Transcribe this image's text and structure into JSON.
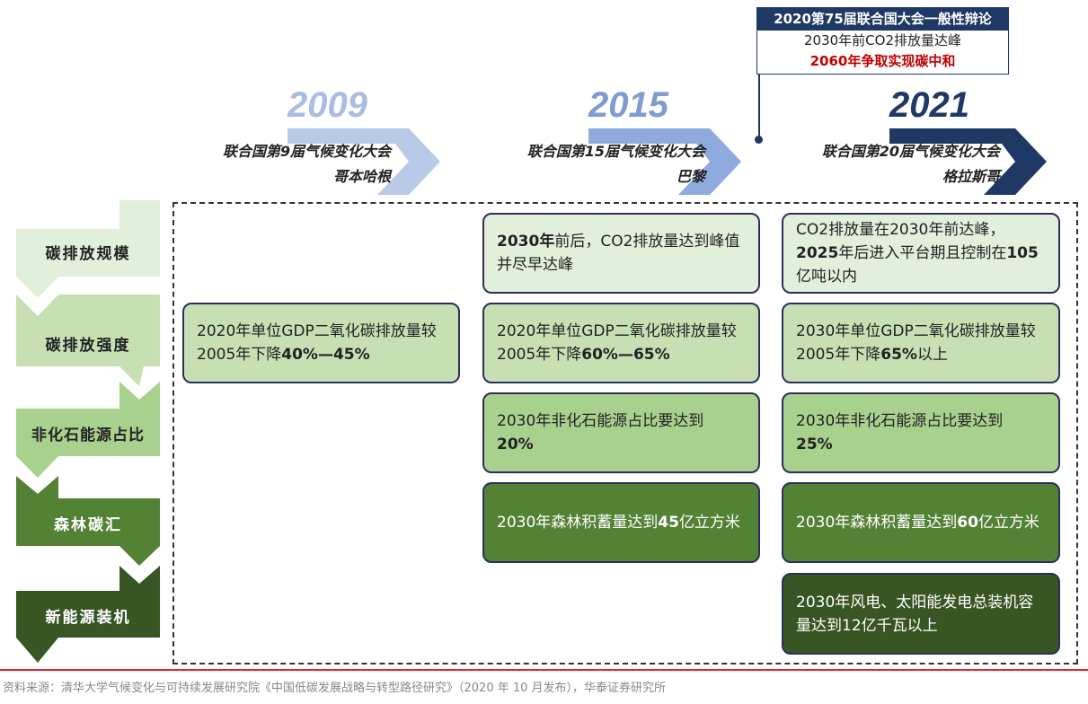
{
  "callout": {
    "title": "2020第75届联合国大会一般性辩论",
    "line1": "2030年前CO2排放量达峰",
    "line2": "2060年争取实现碳中和"
  },
  "timeline": [
    {
      "year": "2009",
      "conf": "联合国第9届气候变化大会",
      "city": "哥本哈根",
      "color": "#a9bde3"
    },
    {
      "year": "2015",
      "conf": "联合国第15届气候变化大会",
      "city": "巴黎",
      "color": "#7f9bd0"
    },
    {
      "year": "2021",
      "conf": "联合国第20届气候变化大会",
      "city": "格拉斯哥",
      "color": "#1f3864"
    }
  ],
  "categories": [
    "碳排放规模",
    "碳排放强度",
    "非化石能源占比",
    "森林碳汇",
    "新能源装机"
  ],
  "cells": {
    "c2009_r2": {
      "a": "2020年单位GDP二氧化碳排放量较2005年下降",
      "b": "40%—45%"
    },
    "c2015_r1": {
      "a": "2030年",
      "b": "前后，CO2排放量达到峰值并尽早达峰"
    },
    "c2015_r2": {
      "a": "2020年单位GDP二氧化碳排放量较2005年下降",
      "b": "60%—65%"
    },
    "c2015_r3": {
      "a": "2030年非化石能源占比要达到",
      "b": "20%"
    },
    "c2015_r4": {
      "a": "2030年森林积蓄量达到",
      "b": "45",
      "c": "亿立方米"
    },
    "c2021_r1": {
      "a": "CO2排放量在2030年前达峰，",
      "b": "2025",
      "c": "年后进入平台期且控制在",
      "d": "105",
      "e": "亿吨以内"
    },
    "c2021_r2": {
      "a": "2030年单位GDP二氧化碳排放量较2005年下降",
      "b": "65%",
      "c": "以上"
    },
    "c2021_r3": {
      "a": "2030年非化石能源占比要达到",
      "b": "25%"
    },
    "c2021_r4": {
      "a": "2030年森林积蓄量达到",
      "b": "60",
      "c": "亿立方米"
    },
    "c2021_r5": {
      "a": "2030年风电、太阳能发电总装机容量达到12亿千瓦以上"
    }
  },
  "source": "资料来源：清华大学气候变化与可持续发展研究院《中国低碳发展战略与转型路径研究》（2020 年 10 月发布），华泰证券研究所"
}
